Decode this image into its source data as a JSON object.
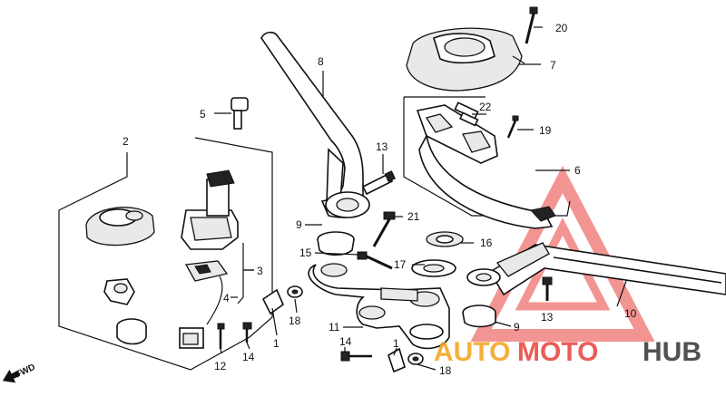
{
  "diagram": {
    "direction_label": "FWD",
    "callouts": [
      {
        "id": "c20",
        "label": "20"
      },
      {
        "id": "c7",
        "label": "7"
      },
      {
        "id": "c8",
        "label": "8"
      },
      {
        "id": "c22",
        "label": "22"
      },
      {
        "id": "c19",
        "label": "19"
      },
      {
        "id": "c5",
        "label": "5"
      },
      {
        "id": "c2",
        "label": "2"
      },
      {
        "id": "c13a",
        "label": "13"
      },
      {
        "id": "c6",
        "label": "6"
      },
      {
        "id": "c9a",
        "label": "9"
      },
      {
        "id": "c21",
        "label": "21"
      },
      {
        "id": "c16",
        "label": "16"
      },
      {
        "id": "c15",
        "label": "15"
      },
      {
        "id": "c17",
        "label": "17"
      },
      {
        "id": "c3",
        "label": "3"
      },
      {
        "id": "c4",
        "label": "4"
      },
      {
        "id": "c18a",
        "label": "18"
      },
      {
        "id": "c1a",
        "label": "1"
      },
      {
        "id": "c13b",
        "label": "13"
      },
      {
        "id": "c10",
        "label": "10"
      },
      {
        "id": "c11",
        "label": "11"
      },
      {
        "id": "c9b",
        "label": "9"
      },
      {
        "id": "c12",
        "label": "12"
      },
      {
        "id": "c14a",
        "label": "14"
      },
      {
        "id": "c14b",
        "label": "14"
      },
      {
        "id": "c1b",
        "label": "1"
      },
      {
        "id": "c18b",
        "label": "18"
      }
    ]
  },
  "watermark": {
    "text_auto": "AUTO",
    "text_moto": "MOTO",
    "text_hub": "HUB",
    "color_red": "#e8403a",
    "color_orange": "#f3a31a",
    "color_dark": "#333333"
  }
}
